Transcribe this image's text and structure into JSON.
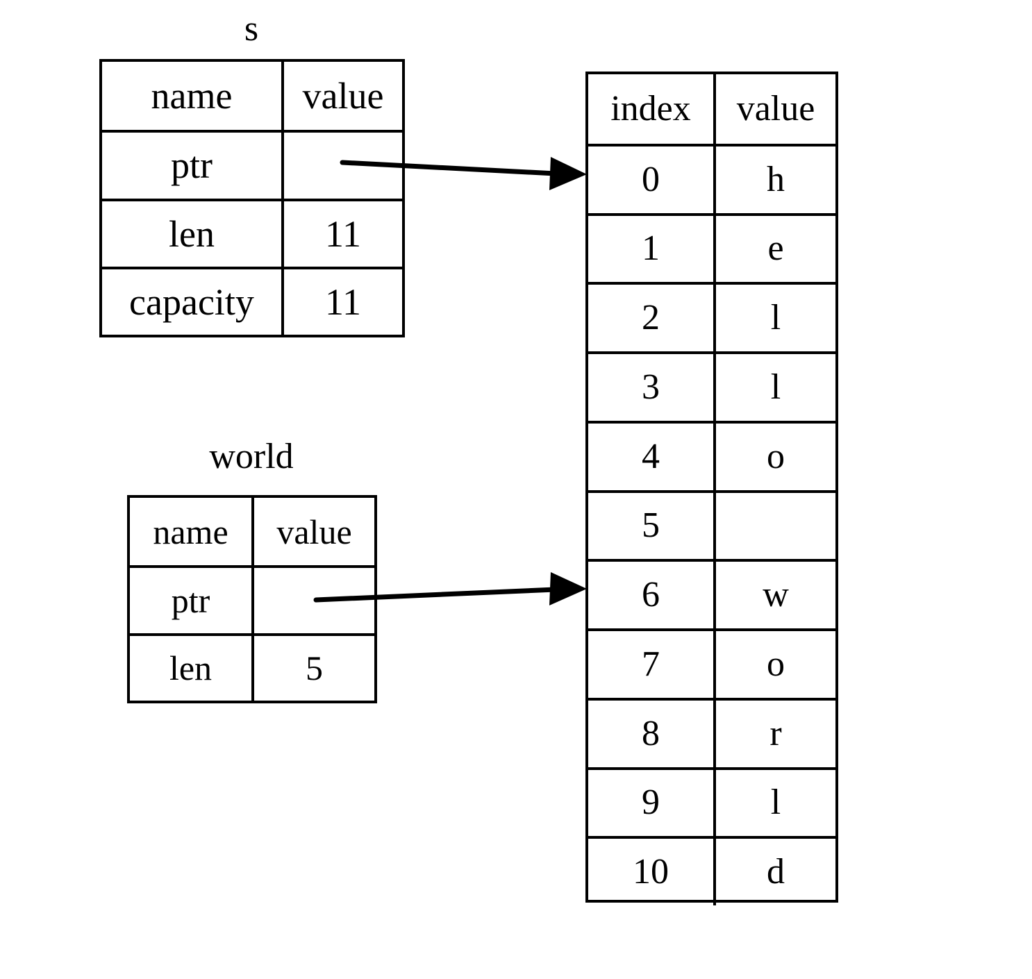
{
  "diagram": {
    "title_s": "s",
    "title_world": "world"
  },
  "struct_s": {
    "label": "s",
    "header": {
      "name": "name",
      "value": "value"
    },
    "rows": [
      {
        "name": "ptr",
        "value": ""
      },
      {
        "name": "len",
        "value": "11"
      },
      {
        "name": "capacity",
        "value": "11"
      }
    ]
  },
  "struct_world": {
    "label": "world",
    "header": {
      "name": "name",
      "value": "value"
    },
    "rows": [
      {
        "name": "ptr",
        "value": ""
      },
      {
        "name": "len",
        "value": "5"
      }
    ]
  },
  "buffer": {
    "header": {
      "index": "index",
      "value": "value"
    },
    "rows": [
      {
        "index": "0",
        "value": "h"
      },
      {
        "index": "1",
        "value": "e"
      },
      {
        "index": "2",
        "value": "l"
      },
      {
        "index": "3",
        "value": "l"
      },
      {
        "index": "4",
        "value": "o"
      },
      {
        "index": "5",
        "value": ""
      },
      {
        "index": "6",
        "value": "w"
      },
      {
        "index": "7",
        "value": "o"
      },
      {
        "index": "8",
        "value": "r"
      },
      {
        "index": "9",
        "value": "l"
      },
      {
        "index": "10",
        "value": "d"
      }
    ]
  },
  "arrows": [
    {
      "name": "s-ptr-arrow",
      "from": "s.ptr",
      "to": "buffer.index.0"
    },
    {
      "name": "world-ptr-arrow",
      "from": "world.ptr",
      "to": "buffer.index.6"
    }
  ],
  "colors": {
    "stroke": "#000000",
    "background": "#ffffff"
  }
}
